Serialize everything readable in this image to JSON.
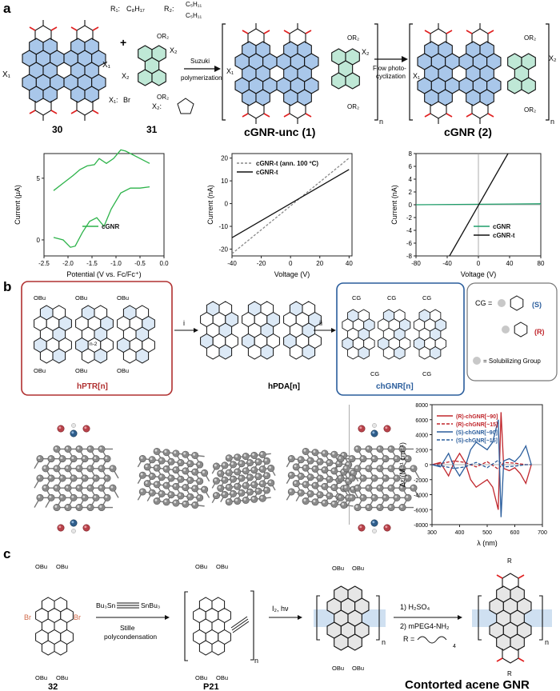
{
  "panel_a": {
    "label": "a",
    "r1": "R₁:",
    "r1_val": "C₈H₁₇",
    "r2": "R₂:",
    "r2_val_top": "C₅H₁₁",
    "r2_val_bot": "C₅H₁₁",
    "x1_def": "X₁:",
    "x1_val": "Br",
    "x2_def": "X₂:",
    "arrow1_top": "Suzuki",
    "arrow1_bot": "polymerization",
    "arrow2_top": "Flow photo-",
    "arrow2_bot": "cyclization",
    "compound_30": "30",
    "compound_31": "31",
    "compound_1": "cGNR-unc (1)",
    "compound_2": "cGNR (2)",
    "or2": "OR₂",
    "x1": "X₁",
    "x2": "X₂",
    "n": "n"
  },
  "chart_cv": {
    "type": "line",
    "xlabel": "Potential (V vs. Fc/Fc⁺)",
    "ylabel": "Current (μA)",
    "xlim": [
      -2.5,
      0.0
    ],
    "ylim": [
      -1.3,
      7.0
    ],
    "xticks": [
      "-2.5",
      "-2.0",
      "-1.5",
      "-1.0",
      "-0.5",
      "0.0"
    ],
    "yticks": [
      "0",
      "5"
    ],
    "series": [
      {
        "name": "cGNR",
        "color": "#2db34a",
        "x": [
          -2.3,
          -2.1,
          -1.9,
          -1.75,
          -1.6,
          -1.45,
          -1.35,
          -1.2,
          -1.05,
          -0.9,
          -0.8,
          -0.6,
          -0.3
        ],
        "y": [
          4.0,
          4.6,
          5.2,
          5.7,
          6.0,
          6.1,
          6.6,
          6.2,
          6.6,
          7.3,
          7.2,
          6.8,
          6.2
        ]
      },
      {
        "name": "",
        "color": "#2db34a",
        "x": [
          -2.3,
          -2.1,
          -1.95,
          -1.85,
          -1.7,
          -1.55,
          -1.4,
          -1.25,
          -1.1,
          -0.9,
          -0.7,
          -0.5,
          -0.3
        ],
        "y": [
          0.2,
          0.0,
          -0.6,
          -0.5,
          0.6,
          1.5,
          1.8,
          1.1,
          2.5,
          3.8,
          4.2,
          4.2,
          4.3
        ]
      }
    ]
  },
  "chart_iv1": {
    "type": "line",
    "xlabel": "Voltage (V)",
    "ylabel": "Current (nA)",
    "xlim": [
      -40,
      42
    ],
    "ylim": [
      -23,
      22
    ],
    "xticks": [
      "-40",
      "-20",
      "0",
      "20",
      "40"
    ],
    "yticks": [
      "-20",
      "-10",
      "0",
      "10",
      "20"
    ],
    "series": [
      {
        "name": "cGNR-t (ann. 100 ºC)",
        "color": "#888888",
        "dash": "3,2",
        "x": [
          -40,
          40
        ],
        "y": [
          -22,
          20
        ]
      },
      {
        "name": "cGNR-t",
        "color": "#111111",
        "x": [
          -40,
          40
        ],
        "y": [
          -15,
          15
        ]
      }
    ]
  },
  "chart_iv2": {
    "type": "line",
    "xlabel": "Voltage (V)",
    "ylabel": "Current (nA)",
    "xlim": [
      -80,
      80
    ],
    "ylim": [
      -8,
      8
    ],
    "xticks": [
      "-80",
      "-40",
      "0",
      "40",
      "80"
    ],
    "yticks": [
      "-8",
      "-6",
      "-4",
      "-2",
      "0",
      "2",
      "4",
      "6",
      "8"
    ],
    "series": [
      {
        "name": "cGNR",
        "color": "#1f9e6a",
        "x": [
          -80,
          80
        ],
        "y": [
          0.0,
          0.15
        ]
      },
      {
        "name": "cGNR-t",
        "color": "#111111",
        "x": [
          -37,
          38
        ],
        "y": [
          -8,
          8
        ]
      }
    ]
  },
  "panel_b": {
    "label": "b",
    "obu": "OBu",
    "hptr": "hPTR[n]",
    "hpda": "hPDA[n]",
    "chgnr": "chGNR[n]",
    "step_i": "i",
    "step_ii": "ii",
    "cg": "CG",
    "n2": "n-2",
    "legend_cg": "CG =",
    "legend_s": "(S)",
    "legend_r": "(R)",
    "legend_sg": "= Solubilizing Group"
  },
  "chart_cd": {
    "type": "line",
    "xlabel": "λ (nm)",
    "ylabel": "Δε (M⁻¹ cm⁻¹)",
    "xlim": [
      300,
      700
    ],
    "ylim": [
      -8000,
      8000
    ],
    "xticks": [
      "300",
      "400",
      "500",
      "600",
      "700"
    ],
    "yticks": [
      "-8000",
      "-6000",
      "-4000",
      "-2000",
      "0",
      "2000",
      "4000",
      "6000",
      "8000"
    ],
    "series": [
      {
        "name": "(R)-chGNR[~90]",
        "color": "#c0262c",
        "x": [
          300,
          330,
          360,
          380,
          400,
          420,
          440,
          460,
          480,
          500,
          520,
          540,
          550,
          560,
          580,
          600,
          620,
          640,
          660
        ],
        "y": [
          0,
          300,
          -1500,
          300,
          1500,
          300,
          -2000,
          -3000,
          -2500,
          -2000,
          -3000,
          -6000,
          7000,
          -500,
          -800,
          -400,
          -1200,
          -2500,
          0
        ]
      },
      {
        "name": "(R)-chGNR[~15]",
        "color": "#c0262c",
        "dash": "4,2",
        "x": [
          300,
          340,
          380,
          420,
          460,
          500,
          540,
          560,
          600,
          640,
          660
        ],
        "y": [
          0,
          200,
          500,
          300,
          -300,
          400,
          -600,
          300,
          200,
          0,
          0
        ]
      },
      {
        "name": "(S)-chGNR[~90]",
        "color": "#2a5d9c",
        "x": [
          300,
          330,
          360,
          380,
          400,
          420,
          440,
          460,
          480,
          500,
          520,
          540,
          550,
          560,
          580,
          600,
          620,
          640,
          660
        ],
        "y": [
          0,
          -300,
          1500,
          -300,
          -1500,
          -300,
          2000,
          3000,
          2500,
          2000,
          3000,
          6000,
          -7000,
          500,
          800,
          400,
          1200,
          2500,
          0
        ]
      },
      {
        "name": "(S)-chGNR[~15]",
        "color": "#2a5d9c",
        "dash": "4,2",
        "x": [
          300,
          340,
          380,
          420,
          460,
          500,
          540,
          560,
          600,
          640,
          660
        ],
        "y": [
          0,
          -200,
          -500,
          -300,
          300,
          -400,
          600,
          -300,
          -200,
          0,
          0
        ]
      }
    ]
  },
  "panel_c": {
    "label": "c",
    "compound_32": "32",
    "compound_p21": "P21",
    "reagent_top": "Bu₃Sn",
    "reagent_top2": "SnBu₃",
    "step1_bot1": "Stille",
    "step1_bot2": "polycondensation",
    "step2_top": "I₂, hν",
    "step3_a": "1) H₂SO₄",
    "step3_b": "2) mPEG4-NH₂",
    "step3_c": "R =",
    "sub4": "4",
    "br": "Br",
    "obu": "OBu",
    "r": "R",
    "n": "n",
    "title": "Contorted acene GNR"
  }
}
